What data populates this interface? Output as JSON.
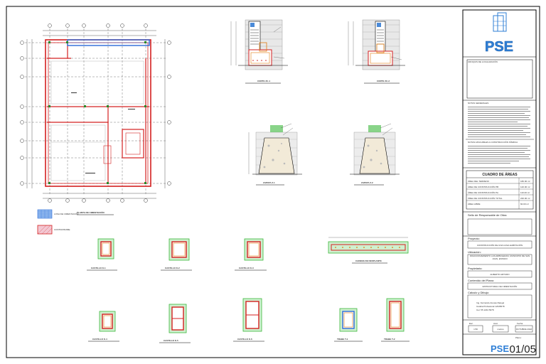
{
  "title_block": {
    "logo_text": "PSE",
    "section_location": "CROQUIS DE LOCALIZACIÓN",
    "section_notes": "NOTAS GENERALES",
    "section_notes2": "NOTAS APLICABLES A CONSTRUCCIÓN SÍSMICA",
    "areas_title": "CUADRO DE ÁREAS",
    "areas_rows": [
      "ÁREA DEL TERRENO",
      "ÁREA DE CONSTRUCCIÓN PB",
      "ÁREA DE CONSTRUCCIÓN PA",
      "ÁREA DE CONSTRUCCIÓN TOTAL",
      "ÁREA LIBRE"
    ],
    "areas_values": [
      "180.00 m²",
      "120.00 m²",
      "110.00 m²",
      "230.00 m²",
      "60.00 m²"
    ],
    "responsible_label": "Sello de Responsable de Obra",
    "project_label": "Proyecto:",
    "project_value": "CONSTRUCCIÓN DE UNA CASA HABITACIÓN",
    "location_label": "Ubicación:",
    "location_value": "FRACCIONAMIENTO LAS ARBOLEDAS, MUNICIPIO DE SAN JUAN, ESTADO",
    "owner_label": "Propietario:",
    "owner_value": "ALBERTO ARTURO",
    "content_label": "Contenido del Plano:",
    "content_value": "ESTRUCTURAL DE CIMENTACIÓN",
    "drawn_label": "Cálculo y Dibujo:",
    "drawn_lines": [
      "Ing. Fernando Arenas Rangel",
      "Cédula Profesional 12345678",
      "Cel. 55 1234 5678"
    ],
    "esc_label": "Esc.",
    "esc_value": "1:50",
    "acot_label": "Acot.",
    "acot_value": "metros",
    "fecha_label": "Fecha",
    "fecha_value": "OCTUBRE 2022",
    "plano_label": "Plano:",
    "sheet_number": "01/05"
  },
  "drawings": {
    "plan_title": "PLANTA DE CIMENTACIÓN",
    "legend_1": "LOSA DE CIMENTACIÓN",
    "legend_2": "CONTRATRABE",
    "section_titles": [
      "CORTE ZC-1",
      "CORTE ZC-2",
      "ZAPATA Z-1",
      "ZAPATA Z-2"
    ],
    "column_titles": [
      "CASTILLO K-1",
      "CASTILLO K-2",
      "CASTILLO K-3",
      "CASTILLO K-4",
      "CASTILLO K-5",
      "CASTILLO K-6",
      "TRABE T-1",
      "TRABE T-2"
    ],
    "beam_title": "CADENA DE DESPLANTE"
  },
  "colors": {
    "foundation_red": "#d42020",
    "beam_blue": "#2a6ad8",
    "rebar_orange": "#e07a10",
    "green_outline": "#3ab83a",
    "logo_blue": "#2f7fd6"
  }
}
